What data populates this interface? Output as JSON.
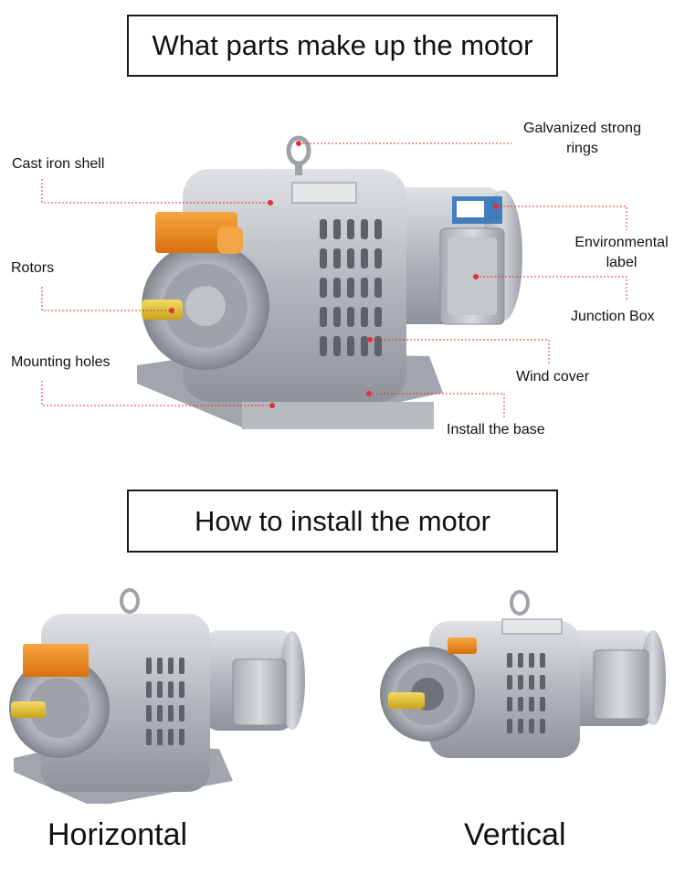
{
  "sections": {
    "parts_title": "What parts make up the motor",
    "install_title": "How to install the motor"
  },
  "labels": {
    "rings": "Galvanized strong rings",
    "shell": "Cast iron shell",
    "env_label": "Environmental label",
    "rotors": "Rotors",
    "junction": "Junction Box",
    "holes": "Mounting holes",
    "wind": "Wind cover",
    "base": "Install the base"
  },
  "captions": {
    "horizontal": "Horizontal",
    "vertical": "Vertical"
  },
  "colors": {
    "leader_line": "#e0303a",
    "motor_body": "#b9bcc1",
    "terminal_box": "#f08a1e",
    "shaft": "#e8c430"
  }
}
